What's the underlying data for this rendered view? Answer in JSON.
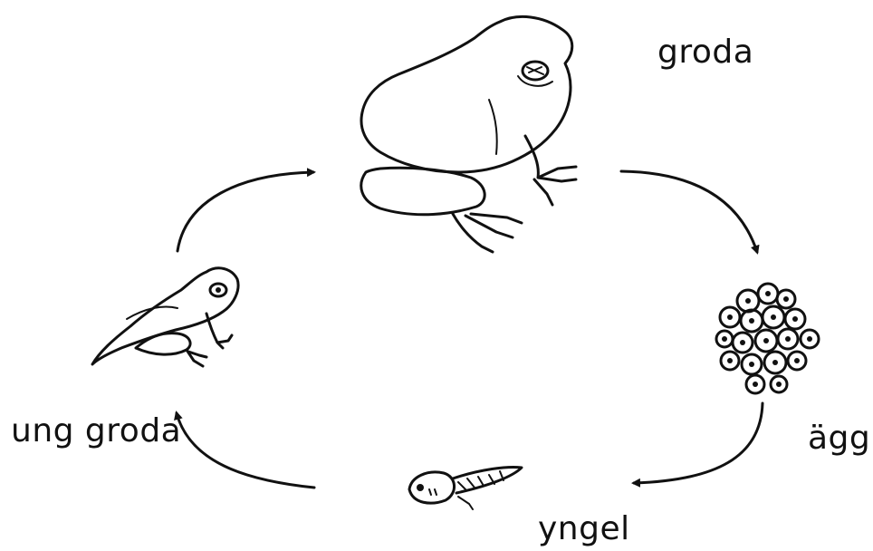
{
  "diagram": {
    "stages": {
      "adult_frog": "groda",
      "eggs": "ägg",
      "tadpole": "yngel",
      "young_frog": "ung groda"
    },
    "ink_color": "#111111",
    "background_color": "#ffffff"
  }
}
